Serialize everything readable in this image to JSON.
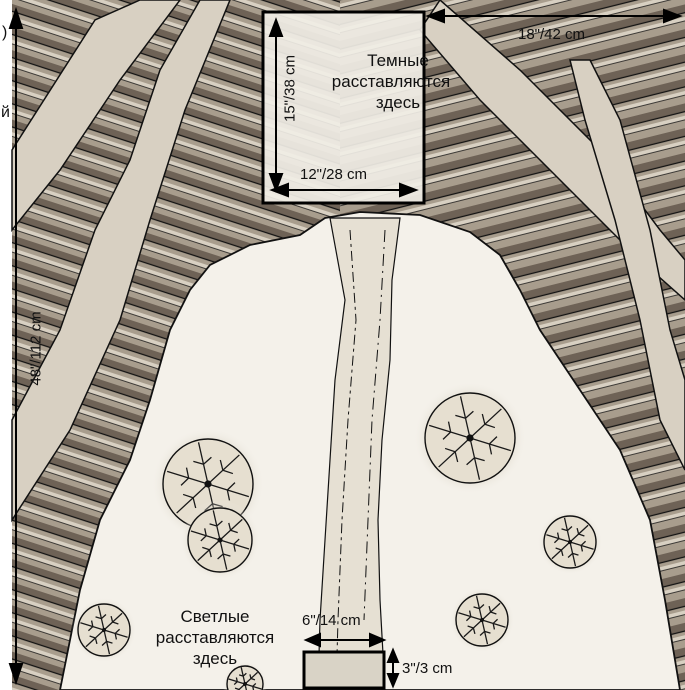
{
  "board": {
    "colors": {
      "rock_dark": "#6e6256",
      "rock_mid": "#a89d8d",
      "rock_light": "#d8d0c2",
      "snow": "#f4f1ea",
      "road": "#cdc6b8",
      "line": "#111111"
    }
  },
  "zones": {
    "dark_deploy": {
      "line1": "Темные",
      "line2": "расставляются",
      "line3": "здесь",
      "width_label": "12\"/28 cm",
      "height_label": "15\"/38 cm"
    },
    "light_deploy": {
      "line1": "Светлые",
      "line2": "расставляются",
      "line3": "здесь",
      "width_label": "6\"/14 cm",
      "height_label": "3\"/3 cm"
    }
  },
  "dimensions": {
    "offset_top": "18\"/42 cm",
    "board_height": "48\"/112 cm"
  },
  "edge_fragments": {
    "top_left": ")",
    "mid_left": "й"
  },
  "features": {
    "trees": [
      {
        "name": "tree-1"
      },
      {
        "name": "tree-2"
      },
      {
        "name": "tree-3"
      },
      {
        "name": "tree-4"
      },
      {
        "name": "tree-5"
      },
      {
        "name": "tree-6"
      },
      {
        "name": "tree-7"
      }
    ]
  }
}
